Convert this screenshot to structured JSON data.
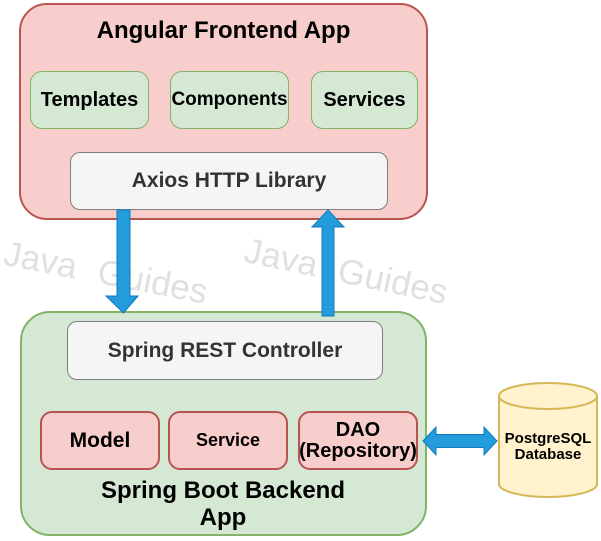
{
  "watermarks": {
    "left": "Java Guides",
    "right": "Java Guides"
  },
  "frontend": {
    "title": "Angular Frontend App",
    "modules": [
      {
        "label": "Templates"
      },
      {
        "label": "Components"
      },
      {
        "label": "Services"
      }
    ],
    "http_library": {
      "label": "Axios HTTP Library"
    }
  },
  "backend": {
    "title": "Spring Boot Backend App",
    "controller": {
      "label": "Spring REST Controller"
    },
    "modules": [
      {
        "label": "Model"
      },
      {
        "label": "Service"
      },
      {
        "label": "DAO (Repository)"
      }
    ]
  },
  "database": {
    "label": "PostgreSQL Database"
  },
  "arrows": [
    {
      "name": "frontend-to-backend",
      "direction": "down"
    },
    {
      "name": "backend-to-frontend",
      "direction": "up"
    },
    {
      "name": "dao-to-database",
      "direction": "both"
    }
  ],
  "colors": {
    "frontend_fill": "#f8cecc",
    "frontend_stroke": "#b85450",
    "backend_fill": "#d5e8d4",
    "backend_stroke": "#82b366",
    "neutral_fill": "#f5f5f5",
    "neutral_stroke": "#7f7f7f",
    "database_fill": "#fff2cc",
    "database_stroke": "#d6b656",
    "arrow_fill": "#239cdc",
    "arrow_stroke": "#1379be",
    "watermark": "#e0e0e0"
  }
}
